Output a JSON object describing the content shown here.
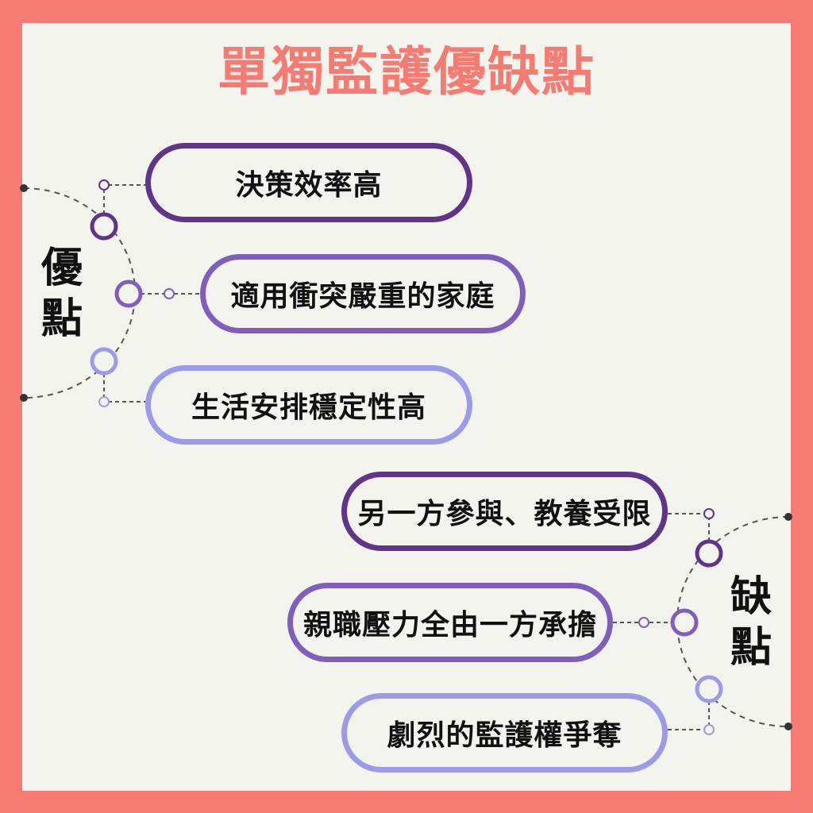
{
  "title": "單獨監護優缺點",
  "colors": {
    "background": "#f57b73",
    "card": "#f4f4ef",
    "dark_purple": "#5e3587",
    "mid_purple": "#7f5ebc",
    "light_purple": "#9d9ae8"
  },
  "pros": {
    "label_1": "優",
    "label_2": "點",
    "items": [
      {
        "text": "決策效率高"
      },
      {
        "text": "適用衝突嚴重的家庭"
      },
      {
        "text": "生活安排穩定性高"
      }
    ]
  },
  "cons": {
    "label_1": "缺",
    "label_2": "點",
    "items": [
      {
        "text": "另一方參與、教養受限"
      },
      {
        "text": "親職壓力全由一方承擔"
      },
      {
        "text": "劇烈的監護權爭奪"
      }
    ]
  }
}
